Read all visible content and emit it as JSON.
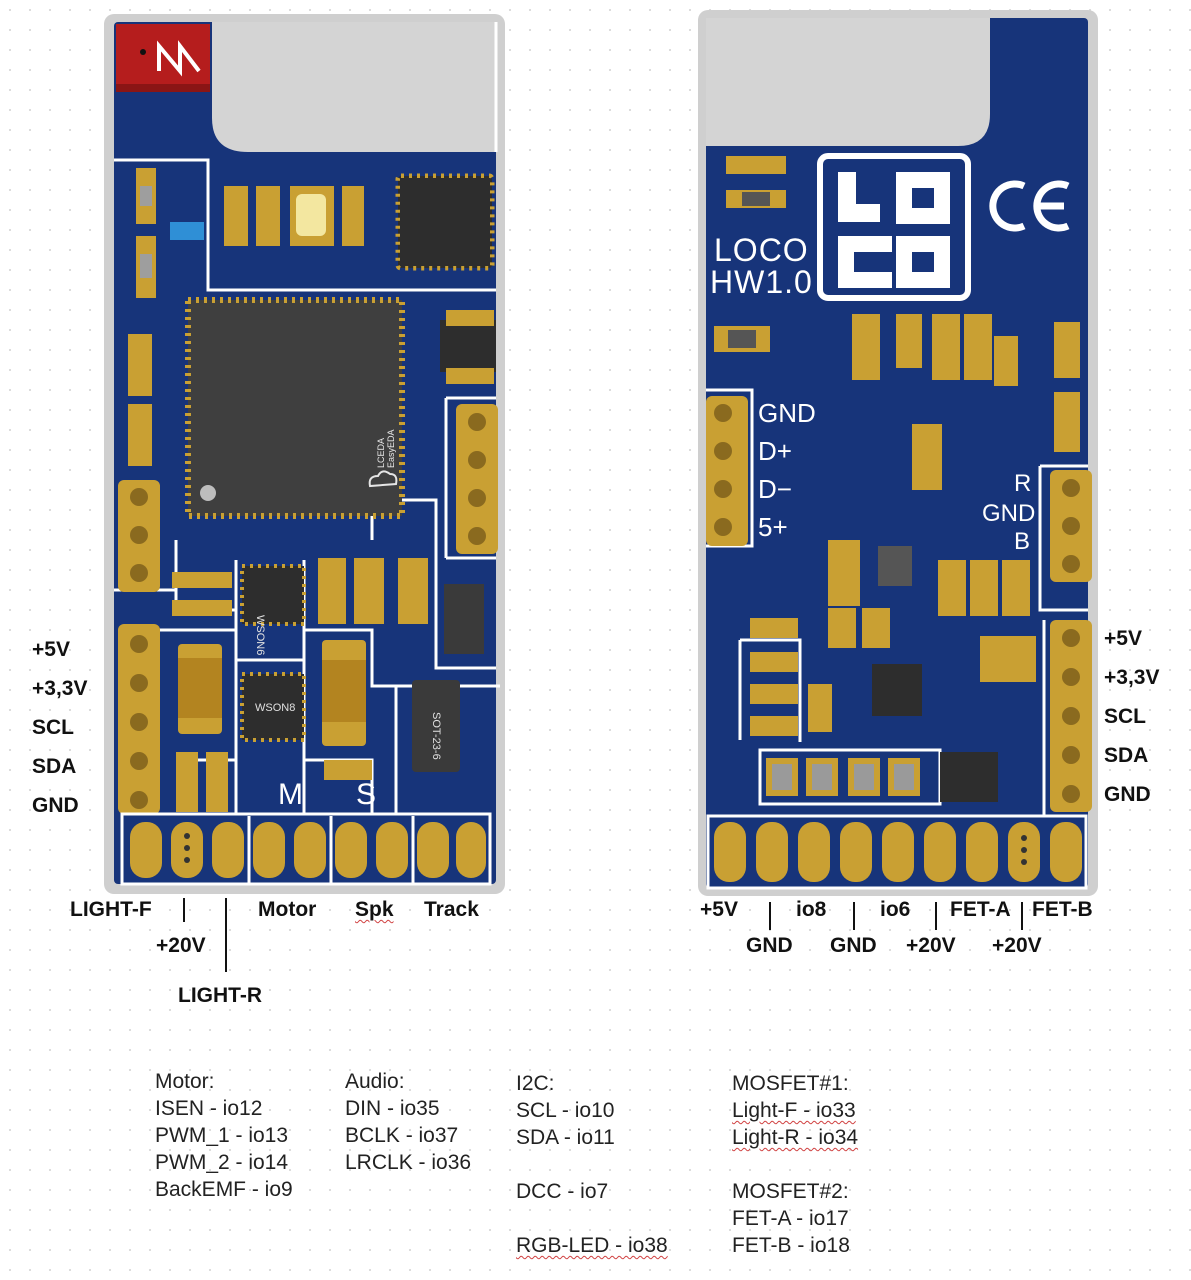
{
  "left_board": {
    "chip_text": "LCEDA EasyEDA",
    "ic_wson6": "WSON6",
    "ic_wson8": "WSON8",
    "ic_sot": "SOT-23-6",
    "silk_m": "M",
    "silk_s": "S",
    "side_pins": [
      "+5V",
      "+3,3V",
      "SCL",
      "SDA",
      "GND"
    ],
    "bottom": {
      "light_f": "LIGHT-F",
      "plus20": "+20V",
      "light_r": "LIGHT-R",
      "motor": "Motor",
      "spk": "Spk",
      "track": "Track"
    }
  },
  "right_board": {
    "logo_line1": "LOCO",
    "logo_line2": "HW1.0",
    "ce_mark": "CE",
    "usb_pins": [
      "GND",
      "D+",
      "D−",
      "5+"
    ],
    "rgb_pins": [
      "R",
      "GND",
      "B"
    ],
    "side_pins": [
      "+5V",
      "+3,3V",
      "SCL",
      "SDA",
      "GND"
    ],
    "bottom_top": [
      "+5V",
      "io8",
      "io6",
      "FET-A",
      "FET-B"
    ],
    "bottom_low": [
      "GND",
      "GND",
      "+20V",
      "+20V"
    ]
  },
  "notes": {
    "motor": [
      "Motor:",
      "ISEN - io12",
      "PWM_1 - io13",
      "PWM_2 - io14",
      "BackEMF - io9"
    ],
    "audio": [
      "Audio:",
      "DIN - io35",
      "BCLK - io37",
      "LRCLK - io36"
    ],
    "i2c": [
      "I2C:",
      "SCL - io10",
      "SDA - io11",
      "",
      "DCC - io7",
      "",
      "RGB-LED - io38"
    ],
    "mosfet": [
      "MOSFET#1:",
      "Light-F - io33",
      "Light-R - io34",
      "",
      "MOSFET#2:",
      "FET-A - io17",
      "FET-B - io18"
    ]
  },
  "colors": {
    "pcb": "#17347a",
    "trace": "#ffffff",
    "gold": "#c9a033",
    "frame": "#cfcfcf",
    "antenna": "#d4d4d4",
    "chip": "#3f3f3f",
    "badge": "#b51d1d"
  }
}
